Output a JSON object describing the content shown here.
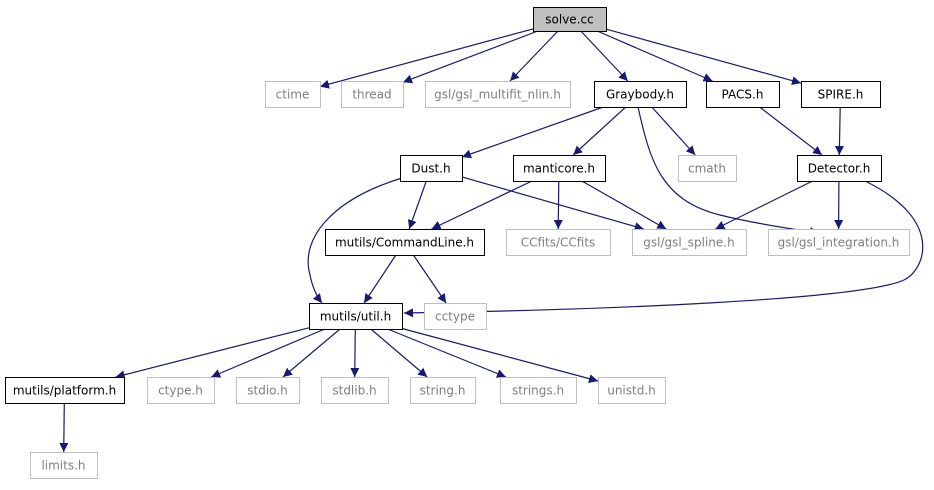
{
  "colors": {
    "edge": "#191970",
    "box_border_dark": "#000000",
    "box_border_light": "#bfbfbf",
    "text_dark": "#000000",
    "text_light": "#7f7f7f",
    "root_fill": "#bfbfbf",
    "box_fill": "#ffffff"
  },
  "nodes": [
    {
      "id": "solve_cc",
      "label": "solve.cc",
      "style": "root"
    },
    {
      "id": "ctime",
      "label": "ctime",
      "style": "external"
    },
    {
      "id": "thread",
      "label": "thread",
      "style": "external"
    },
    {
      "id": "gsl_multifit_nlin_h",
      "label": "gsl/gsl_multifit_nlin.h",
      "style": "external"
    },
    {
      "id": "graybody_h",
      "label": "Graybody.h",
      "style": "local"
    },
    {
      "id": "pacs_h",
      "label": "PACS.h",
      "style": "local"
    },
    {
      "id": "spire_h",
      "label": "SPIRE.h",
      "style": "local"
    },
    {
      "id": "dust_h",
      "label": "Dust.h",
      "style": "local"
    },
    {
      "id": "manticore_h",
      "label": "manticore.h",
      "style": "local"
    },
    {
      "id": "cmath",
      "label": "cmath",
      "style": "external"
    },
    {
      "id": "detector_h",
      "label": "Detector.h",
      "style": "local"
    },
    {
      "id": "commandline_h",
      "label": "mutils/CommandLine.h",
      "style": "local"
    },
    {
      "id": "ccfits",
      "label": "CCfits/CCfits",
      "style": "external"
    },
    {
      "id": "gsl_spline_h",
      "label": "gsl/gsl_spline.h",
      "style": "external"
    },
    {
      "id": "gsl_integration_h",
      "label": "gsl/gsl_integration.h",
      "style": "external"
    },
    {
      "id": "util_h",
      "label": "mutils/util.h",
      "style": "local"
    },
    {
      "id": "cctype",
      "label": "cctype",
      "style": "external"
    },
    {
      "id": "platform_h",
      "label": "mutils/platform.h",
      "style": "local"
    },
    {
      "id": "ctype_h",
      "label": "ctype.h",
      "style": "external"
    },
    {
      "id": "stdio_h",
      "label": "stdio.h",
      "style": "external"
    },
    {
      "id": "stdlib_h",
      "label": "stdlib.h",
      "style": "external"
    },
    {
      "id": "string_h",
      "label": "string.h",
      "style": "external"
    },
    {
      "id": "strings_h",
      "label": "strings.h",
      "style": "external"
    },
    {
      "id": "unistd_h",
      "label": "unistd.h",
      "style": "external"
    },
    {
      "id": "limits_h",
      "label": "limits.h",
      "style": "external"
    }
  ],
  "edges": [
    {
      "from": "solve_cc",
      "to": "ctime"
    },
    {
      "from": "solve_cc",
      "to": "thread"
    },
    {
      "from": "solve_cc",
      "to": "gsl_multifit_nlin_h"
    },
    {
      "from": "solve_cc",
      "to": "graybody_h"
    },
    {
      "from": "solve_cc",
      "to": "pacs_h"
    },
    {
      "from": "solve_cc",
      "to": "spire_h"
    },
    {
      "from": "graybody_h",
      "to": "dust_h"
    },
    {
      "from": "graybody_h",
      "to": "manticore_h"
    },
    {
      "from": "graybody_h",
      "to": "cmath"
    },
    {
      "from": "graybody_h",
      "to": "gsl_integration_h"
    },
    {
      "from": "pacs_h",
      "to": "detector_h"
    },
    {
      "from": "spire_h",
      "to": "detector_h"
    },
    {
      "from": "dust_h",
      "to": "commandline_h"
    },
    {
      "from": "dust_h",
      "to": "gsl_spline_h"
    },
    {
      "from": "dust_h",
      "to": "util_h"
    },
    {
      "from": "manticore_h",
      "to": "commandline_h"
    },
    {
      "from": "manticore_h",
      "to": "ccfits"
    },
    {
      "from": "manticore_h",
      "to": "gsl_spline_h"
    },
    {
      "from": "detector_h",
      "to": "gsl_spline_h"
    },
    {
      "from": "detector_h",
      "to": "gsl_integration_h"
    },
    {
      "from": "detector_h",
      "to": "util_h"
    },
    {
      "from": "commandline_h",
      "to": "util_h"
    },
    {
      "from": "commandline_h",
      "to": "cctype"
    },
    {
      "from": "util_h",
      "to": "platform_h"
    },
    {
      "from": "util_h",
      "to": "ctype_h"
    },
    {
      "from": "util_h",
      "to": "stdio_h"
    },
    {
      "from": "util_h",
      "to": "stdlib_h"
    },
    {
      "from": "util_h",
      "to": "string_h"
    },
    {
      "from": "util_h",
      "to": "strings_h"
    },
    {
      "from": "util_h",
      "to": "unistd_h"
    },
    {
      "from": "platform_h",
      "to": "limits_h"
    }
  ]
}
